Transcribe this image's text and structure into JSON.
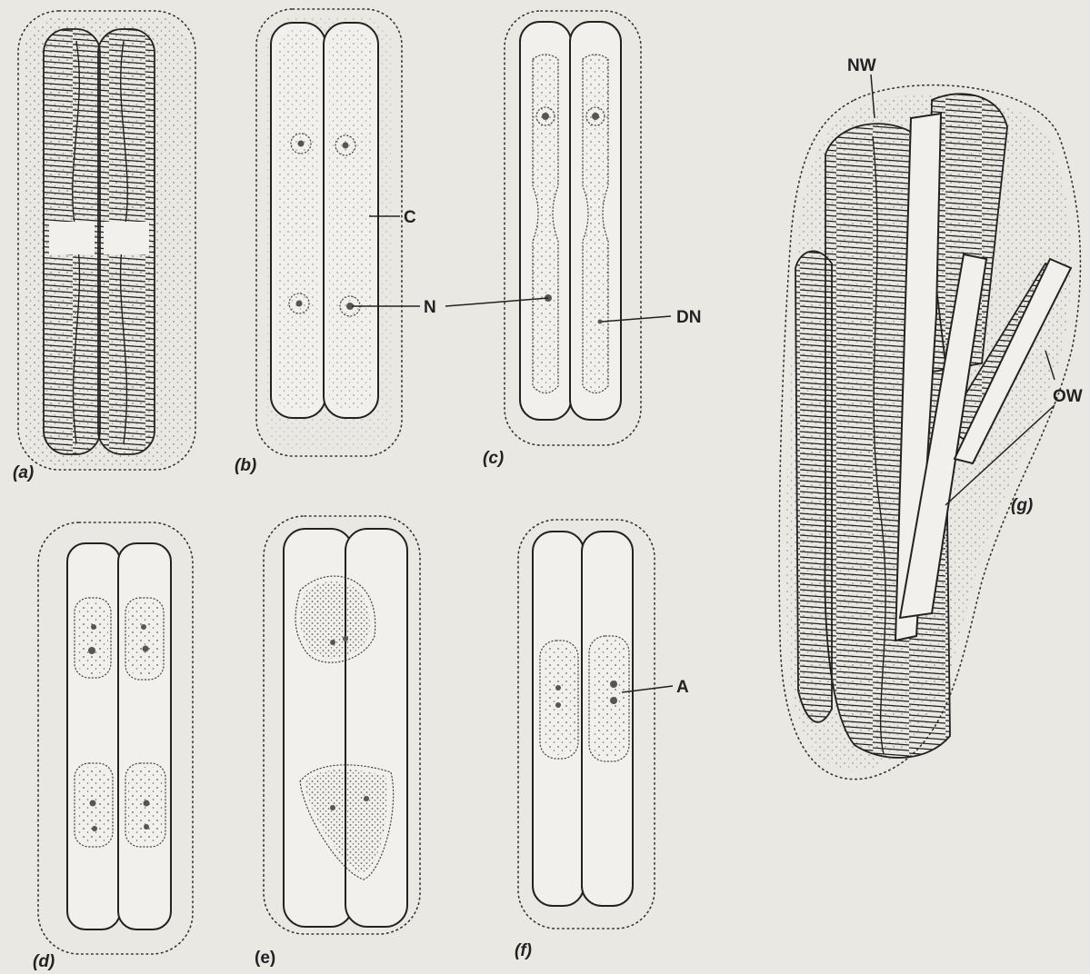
{
  "panels": {
    "a": "(a)",
    "b": "(b)",
    "c": "(c)",
    "d": "(d)",
    "e": "(e)",
    "f": "(f)",
    "g": "(g)"
  },
  "annotations": {
    "C": "C",
    "N": "N",
    "DN": "DN",
    "A": "A",
    "NW": "NW",
    "OW": "OW"
  },
  "colors": {
    "paper": "#e9e8e3",
    "ink": "#222222"
  }
}
